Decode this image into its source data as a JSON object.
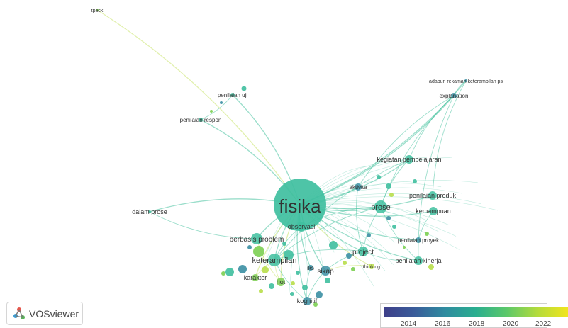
{
  "app": {
    "name": "VOSviewer"
  },
  "colors": {
    "node_primary": "#3fbf9f",
    "node_blue": "#3b8fa3",
    "node_lime": "#7ccf52",
    "node_yellowgreen": "#b8de4a",
    "edge_main": "#49c2a0",
    "edge_yellow": "#c8e36a"
  },
  "nodes": [
    {
      "id": "fisika",
      "label": "fisika",
      "group": "primary"
    },
    {
      "id": "tpack",
      "label": "tpack",
      "group": "lime"
    },
    {
      "id": "penilaian_uji",
      "label": "penilaian uji",
      "group": "primary"
    },
    {
      "id": "penilaian_respon",
      "label": "penilaian respon",
      "group": "primary"
    },
    {
      "id": "dalam_prose",
      "label": "dalam prose",
      "group": "primary"
    },
    {
      "id": "adapun",
      "label": "adapun rekaman keterampilan ps",
      "group": "blue"
    },
    {
      "id": "explanation",
      "label": "explanation",
      "group": "blue"
    },
    {
      "id": "kegiatan",
      "label": "kegiatan pembelajaran",
      "group": "primary"
    },
    {
      "id": "aktivita",
      "label": "aktivita",
      "group": "blue"
    },
    {
      "id": "penilaian_produk",
      "label": "penilaian produk",
      "group": "primary"
    },
    {
      "id": "prose",
      "label": "prose",
      "group": "primary"
    },
    {
      "id": "kemampuan",
      "label": "kemampuan",
      "group": "primary"
    },
    {
      "id": "observasi",
      "label": "observasi",
      "group": "primary"
    },
    {
      "id": "berbasis_problem",
      "label": "berbasis problem",
      "group": "primary"
    },
    {
      "id": "penilaian_proyek",
      "label": "penilaian proyek",
      "group": "blue"
    },
    {
      "id": "project",
      "label": "project",
      "group": "primary"
    },
    {
      "id": "penilaian_kinerja",
      "label": "penilaian kinerja",
      "group": "primary"
    },
    {
      "id": "keterampilan",
      "label": "keterampilan",
      "group": "primary"
    },
    {
      "id": "thinking",
      "label": "thinking",
      "group": "yellowgreen"
    },
    {
      "id": "iks",
      "label": "iks",
      "group": "blue"
    },
    {
      "id": "sikap",
      "label": "sikap",
      "group": "blue"
    },
    {
      "id": "karakter",
      "label": "karakter",
      "group": "lime"
    },
    {
      "id": "hot",
      "label": "hot",
      "group": "lime"
    },
    {
      "id": "kognitif",
      "label": "kognitif",
      "group": "blue"
    }
  ],
  "edges": [
    [
      "fisika",
      "tpack"
    ],
    [
      "fisika",
      "penilaian_uji"
    ],
    [
      "fisika",
      "penilaian_respon"
    ],
    [
      "fisika",
      "dalam_prose"
    ],
    [
      "fisika",
      "explanation"
    ],
    [
      "fisika",
      "adapun"
    ],
    [
      "fisika",
      "kegiatan"
    ],
    [
      "fisika",
      "aktivita"
    ],
    [
      "fisika",
      "prose"
    ],
    [
      "fisika",
      "penilaian_produk"
    ],
    [
      "fisika",
      "kemampuan"
    ],
    [
      "fisika",
      "observasi"
    ],
    [
      "fisika",
      "berbasis_problem"
    ],
    [
      "fisika",
      "penilaian_proyek"
    ],
    [
      "fisika",
      "project"
    ],
    [
      "fisika",
      "penilaian_kinerja"
    ],
    [
      "fisika",
      "keterampilan"
    ],
    [
      "fisika",
      "thinking"
    ],
    [
      "fisika",
      "iks"
    ],
    [
      "fisika",
      "sikap"
    ],
    [
      "fisika",
      "karakter"
    ],
    [
      "fisika",
      "hot"
    ],
    [
      "fisika",
      "kognitif"
    ],
    [
      "explanation",
      "kegiatan"
    ],
    [
      "explanation",
      "prose"
    ],
    [
      "explanation",
      "penilaian_kinerja"
    ],
    [
      "explanation",
      "aktivita"
    ],
    [
      "adapun",
      "explanation"
    ],
    [
      "adapun",
      "penilaian_produk"
    ],
    [
      "prose",
      "observasi"
    ],
    [
      "prose",
      "project"
    ],
    [
      "prose",
      "keterampilan"
    ],
    [
      "prose",
      "penilaian_kinerja"
    ],
    [
      "kegiatan",
      "prose"
    ],
    [
      "kegiatan",
      "keterampilan"
    ],
    [
      "project",
      "sikap"
    ],
    [
      "project",
      "keterampilan"
    ],
    [
      "project",
      "penilaian_kinerja"
    ],
    [
      "keterampilan",
      "hot"
    ],
    [
      "keterampilan",
      "karakter"
    ],
    [
      "keterampilan",
      "kognitif"
    ],
    [
      "observasi",
      "keterampilan"
    ],
    [
      "berbasis_problem",
      "hot"
    ],
    [
      "sikap",
      "kognitif"
    ],
    [
      "aktivita",
      "project"
    ],
    [
      "penilaian_respon",
      "penilaian_uji"
    ],
    [
      "dalam_prose",
      "berbasis_problem"
    ],
    [
      "thinking",
      "sikap"
    ],
    [
      "iks",
      "kognitif"
    ],
    [
      "kemampuan",
      "penilaian_proyek"
    ]
  ],
  "legend": {
    "ticks": [
      "2014",
      "2016",
      "2018",
      "2020",
      "2022"
    ]
  }
}
